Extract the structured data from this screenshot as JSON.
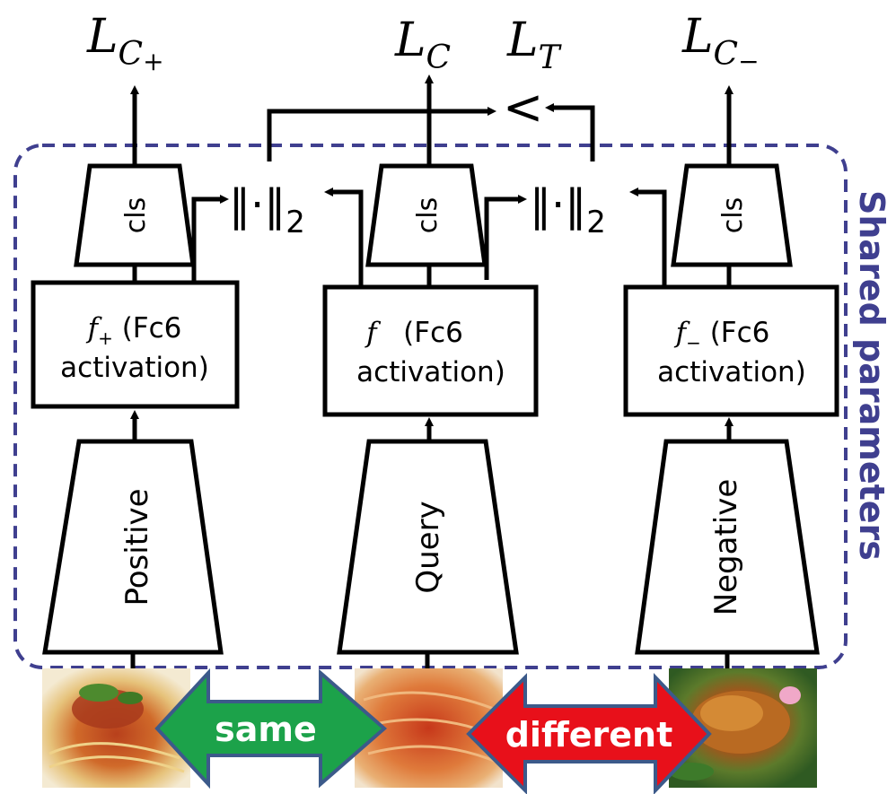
{
  "losses": {
    "positive": {
      "base": "L",
      "sub": "C",
      "sign": "+"
    },
    "query": {
      "base": "L",
      "sub": "C"
    },
    "triplet": {
      "base": "L",
      "sub": "T"
    },
    "negative": {
      "base": "L",
      "sub": "C",
      "sign": "−"
    }
  },
  "compare_symbol": "<",
  "norm": {
    "bars": "‖·‖",
    "sub": "2"
  },
  "cls_label": "cls",
  "features": {
    "positive": {
      "sym": "f",
      "sub": "+",
      "line1": " (Fc6",
      "line2": "activation)"
    },
    "query": {
      "sym": "f",
      "sub": "",
      "line1": "   (Fc6",
      "line2": "activation)"
    },
    "negative": {
      "sym": "f",
      "sub": "−",
      "line1": " (Fc6",
      "line2": "activation)"
    }
  },
  "networks": {
    "positive": "Positive",
    "query": "Query",
    "negative": "Negative"
  },
  "shared_label": "Shared parameters",
  "relations": {
    "same": "same",
    "different": "different"
  },
  "colors": {
    "shared_border": "#3f3f8f",
    "same_arrow": "#1ca24a",
    "different_arrow": "#e8101a",
    "arrow_outline": "#3c5a8a"
  }
}
